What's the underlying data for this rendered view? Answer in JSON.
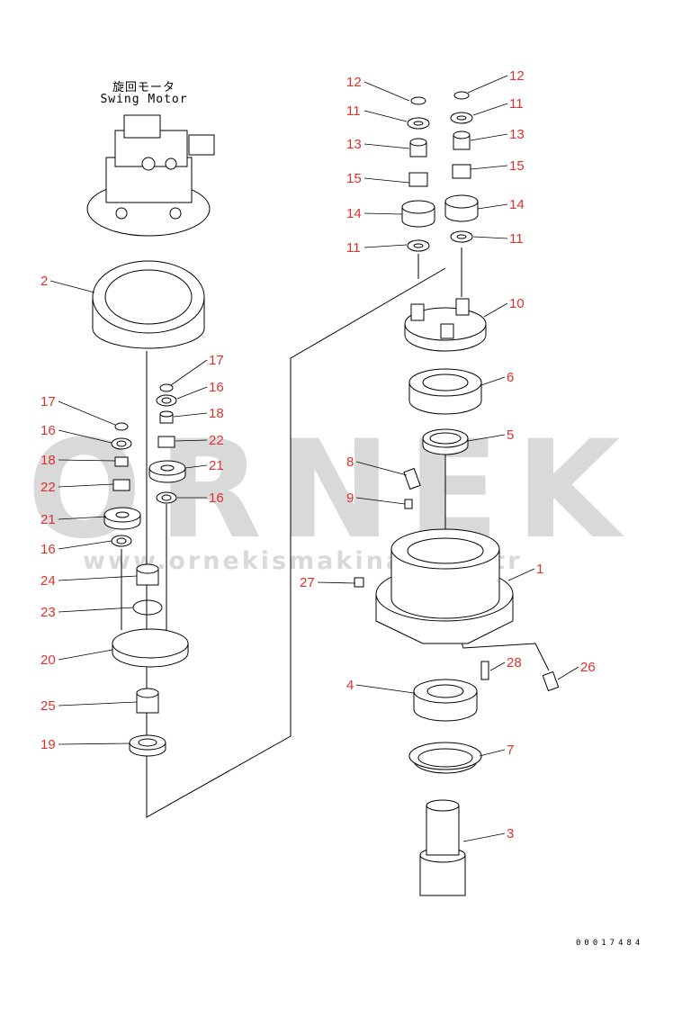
{
  "diagram": {
    "title_jp": "旋回モータ",
    "title_en": "Swing Motor",
    "drawing_number": "00017484",
    "label_color": "#e0302a",
    "callouts": [
      "12",
      "12",
      "11",
      "11",
      "13",
      "13",
      "15",
      "15",
      "14",
      "14",
      "11",
      "11",
      "10",
      "6",
      "5",
      "8",
      "9",
      "1",
      "27",
      "28",
      "26",
      "4",
      "7",
      "3",
      "2",
      "17",
      "16",
      "18",
      "22",
      "21",
      "16",
      "17",
      "16",
      "18",
      "22",
      "21",
      "16",
      "24",
      "23",
      "20",
      "25",
      "19"
    ]
  },
  "watermark": {
    "brand": "ORNEK",
    "url": "www.ornekismakina.com.tr"
  }
}
